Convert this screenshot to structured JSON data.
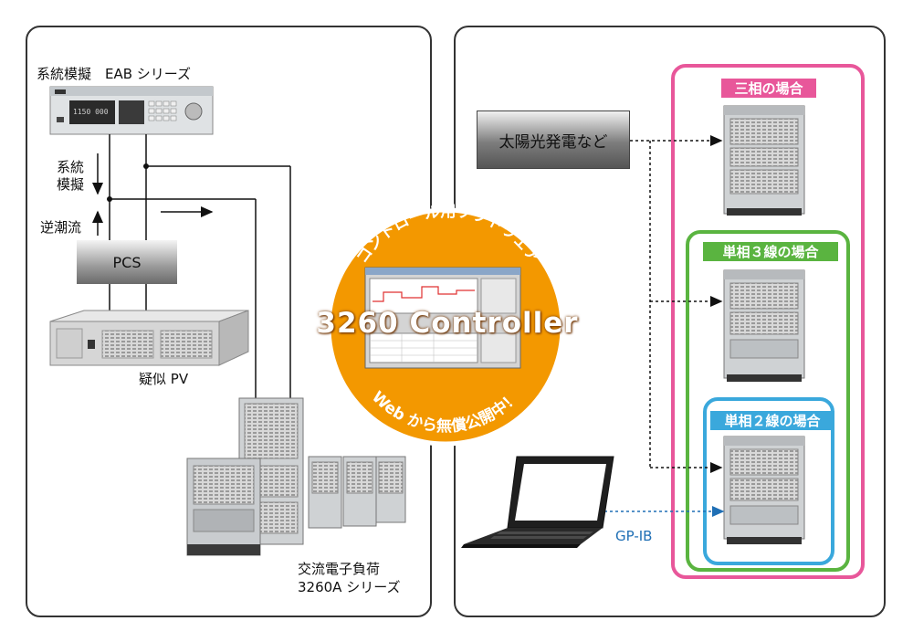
{
  "left": {
    "eab_label": "系統模擬　EAB シリーズ",
    "grid_sim_label_1": "系統",
    "grid_sim_label_2": "模擬",
    "reverse_flow_label": "逆潮流",
    "pcs_label": "PCS",
    "pv_label": "疑似 PV",
    "load_label_1": "交流電子負荷",
    "load_label_2": "3260A シリーズ"
  },
  "center": {
    "arc_top": "コントロール用ソフトウェア",
    "title": "3260 Controller",
    "arc_bottom": "Web から無償公開中！",
    "colors": {
      "circle": "#f39800",
      "ring": "#ffffff"
    }
  },
  "right": {
    "solar_label": "太陽光発電など",
    "three_phase_label": "三相の場合",
    "single3_label": "単相３線の場合",
    "single2_label": "単相２線の場合",
    "gpib_label": "GP-IB",
    "colors": {
      "pink": "#e8579a",
      "green": "#5ab440",
      "blue": "#3aa8dc",
      "gpib": "#1f6fb5"
    }
  }
}
